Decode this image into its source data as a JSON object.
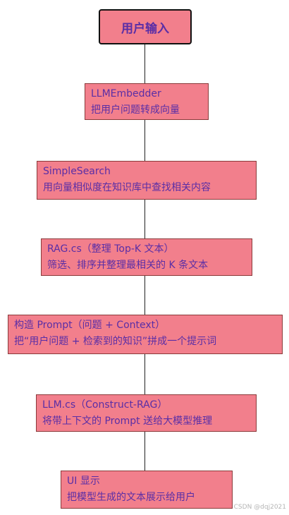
{
  "diagram": {
    "start": {
      "label": "用户输入"
    },
    "steps": [
      {
        "title": "LLMEmbedder",
        "desc": "把用户问题转成向量"
      },
      {
        "title": "SimpleSearch",
        "desc": "用向量相似度在知识库中查找相关内容"
      },
      {
        "title": "RAG.cs（整理 Top-K 文本）",
        "desc": "筛选、排序并整理最相关的 K 条文本"
      },
      {
        "title": "构造 Prompt（问题 + Context）",
        "desc": "把“用户问题 + 检索到的知识”拼成一个提示词"
      },
      {
        "title": "LLM.cs（Construct-RAG）",
        "desc": "将带上下文的 Prompt 送给大模型推理"
      },
      {
        "title": "UI 显示",
        "desc": "把模型生成的文本展示给用户"
      }
    ]
  },
  "watermark": "CSDN @dqj2021"
}
